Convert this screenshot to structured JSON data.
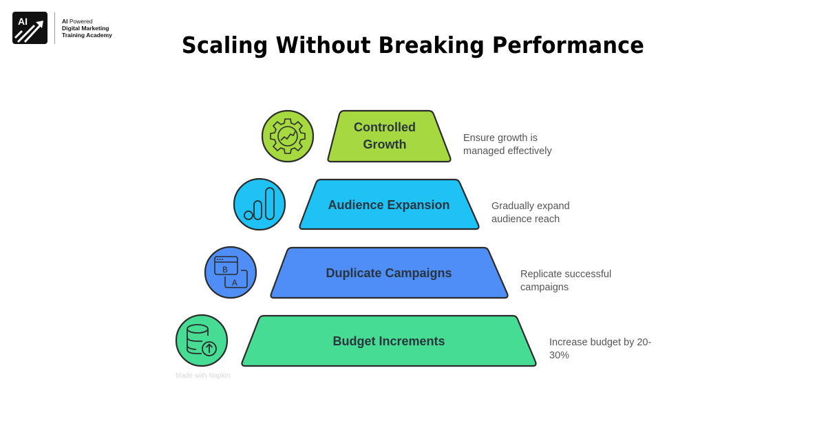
{
  "logo": {
    "mark_text": "AI",
    "line1_bold": "AI",
    "line1_rest": " Powered",
    "line2": "Digital Marketing",
    "line3": "Training Academy"
  },
  "title": "Scaling Without Breaking Performance",
  "tiers": [
    {
      "label_line1": "Controlled",
      "label_line2": "Growth",
      "description_line1": "Ensure growth is",
      "description_line2": "managed effectively",
      "icon": "gear-chart-icon",
      "color": "#a5d93f"
    },
    {
      "label_line1": "Audience Expansion",
      "description_line1": "Gradually expand",
      "description_line2": "audience reach",
      "icon": "bar-signal-icon",
      "color": "#1ec2f5"
    },
    {
      "label_line1": "Duplicate Campaigns",
      "description_line1": "Replicate successful",
      "description_line2": "campaigns",
      "icon": "ab-test-icon",
      "color": "#4f8ef7"
    },
    {
      "label_line1": "Budget Increments",
      "description_line1": "Increase budget by 20-",
      "description_line2": "30%",
      "icon": "database-upload-icon",
      "color": "#47dc93"
    }
  ],
  "ab_icon": {
    "b": "B",
    "a": "A"
  },
  "watermark": "Made with Napkin"
}
